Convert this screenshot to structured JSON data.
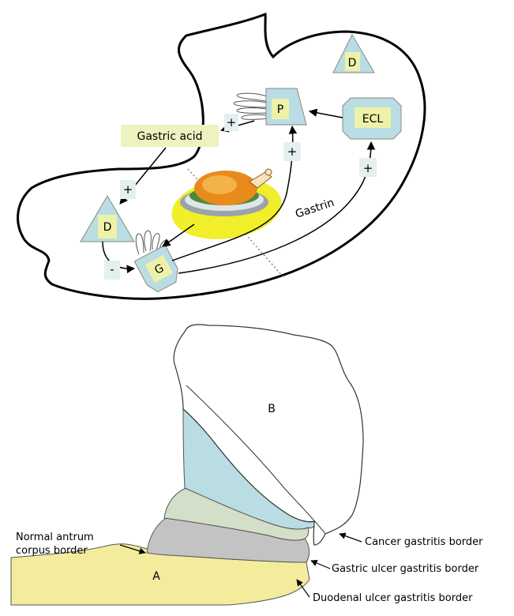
{
  "top_diagram": {
    "cells": {
      "d_top": "D",
      "p": "P",
      "ecl": "ECL",
      "d_left": "D",
      "g": "G"
    },
    "labels": {
      "gastric_acid": "Gastric acid",
      "gastrin": "Gastrin"
    },
    "signs": {
      "plus_p_to_acid": "+",
      "plus_acid_to_d": "+",
      "plus_g_to_p": "+",
      "plus_gastrin_to_ecl": "+",
      "minus_d_to_g": "-"
    }
  },
  "bottom_diagram": {
    "regions": {
      "a": "A",
      "b": "B"
    },
    "labels": {
      "normal_border_line1": "Normal antrum",
      "normal_border_line2": "corpus border",
      "cancer_border": "Cancer gastritis border",
      "gastric_ulcer_border": "Gastric ulcer gastritis border",
      "duodenal_ulcer_border": "Duodenal ulcer gastritis border"
    }
  },
  "colors": {
    "cell_fill": "#b9dde2",
    "cell_label_bg": "#eef2a8",
    "acid_box": "#eef2bf",
    "sign_box": "#e4f0ef",
    "region_a": "#f3ec9c",
    "teal_zone": "#b9dde2",
    "olive_zone": "#d3dfc9",
    "grey_zone": "#c3c3c3",
    "plate_yellow": "#f1ee2a"
  }
}
